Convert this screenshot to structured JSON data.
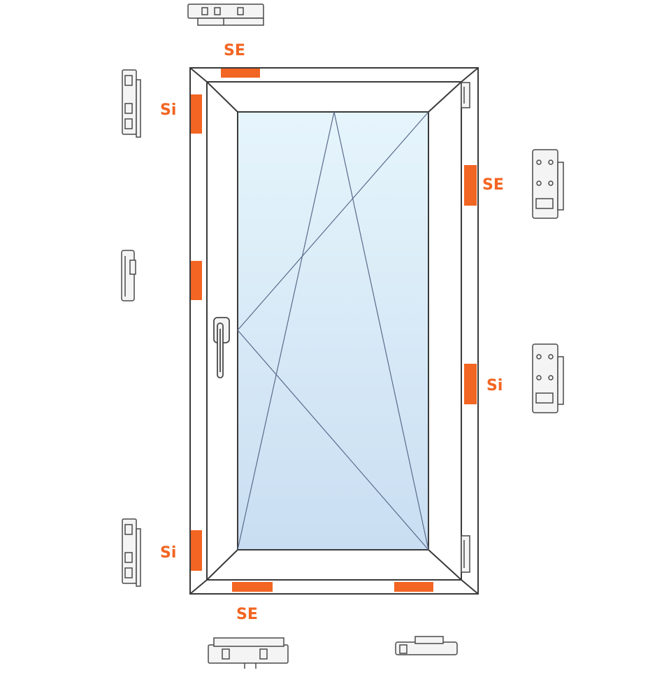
{
  "colors": {
    "marker": "#f26522",
    "frame_line": "#3a3a3a",
    "glass_top": "#e6f5fc",
    "glass_bottom": "#c9def2",
    "hardware_fill": "#f4f4f4",
    "hardware_line": "#4a4a4a"
  },
  "icons": {
    "handle": "window-handle-icon",
    "hinge": "hinge-icon",
    "keep": "locking-keep-icon"
  },
  "labels": {
    "se_top": "SE",
    "si_left_upper": "Si",
    "se_right_upper": "SE",
    "si_right_lower": "Si",
    "si_left_lower": "Si",
    "se_bottom": "SE"
  }
}
